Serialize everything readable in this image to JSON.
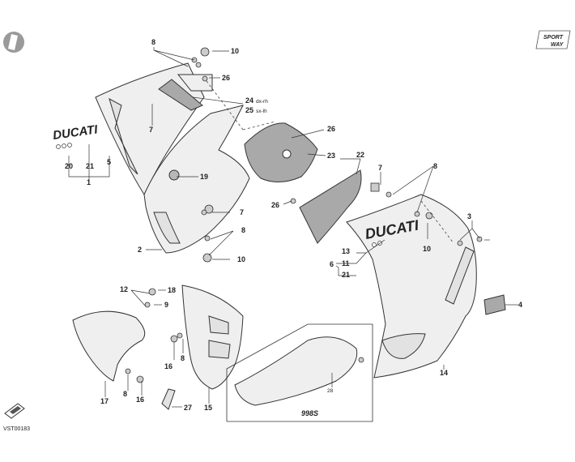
{
  "diagram_code": "VST00183",
  "variant_label": "998S",
  "brand_decal": "DUCATI",
  "badge": {
    "line1": "SPORT",
    "line2": "WAY"
  },
  "callouts": {
    "c1": "1",
    "c2": "2",
    "c3": "3",
    "c4": "4",
    "c5": "5",
    "c6": "6",
    "c7a": "7",
    "c7b": "7",
    "c7c": "7",
    "c8a": "8",
    "c8b": "8",
    "c8c": "8",
    "c8d": "8",
    "c8e": "8",
    "c9": "9",
    "c10a": "10",
    "c10b": "10",
    "c10c": "10",
    "c11": "11",
    "c12": "12",
    "c13": "13",
    "c14": "14",
    "c15": "15",
    "c16a": "16",
    "c16b": "16",
    "c17": "17",
    "c18": "18",
    "c19": "19",
    "c20": "20",
    "c21a": "21",
    "c21b": "21",
    "c22": "22",
    "c23": "23",
    "c24": "24",
    "c24s": "dx-rh",
    "c25": "25",
    "c25s": "sx-lh",
    "c26a": "26",
    "c26b": "26",
    "c26c": "26",
    "c27": "27",
    "c28": "28"
  }
}
